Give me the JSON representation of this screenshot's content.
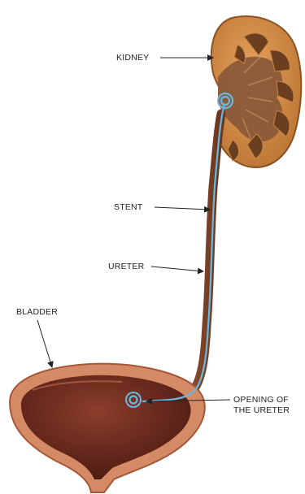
{
  "labels": {
    "kidney": "KIDNEY",
    "stent": "STENT",
    "ureter": "URETER",
    "bladder": "BLADDER",
    "opening_line1": "OPENING OF",
    "opening_line2": "THE URETER"
  },
  "colors": {
    "kidney_outer": "#c9813d",
    "kidney_inner": "#8a5a38",
    "kidney_pyramid": "#6b3e20",
    "ureter": "#8a4a2c",
    "stent": "#6ab6dc",
    "bladder_wall": "#c97b5d",
    "bladder_inner": "#5a2218",
    "arrow": "#222222"
  }
}
